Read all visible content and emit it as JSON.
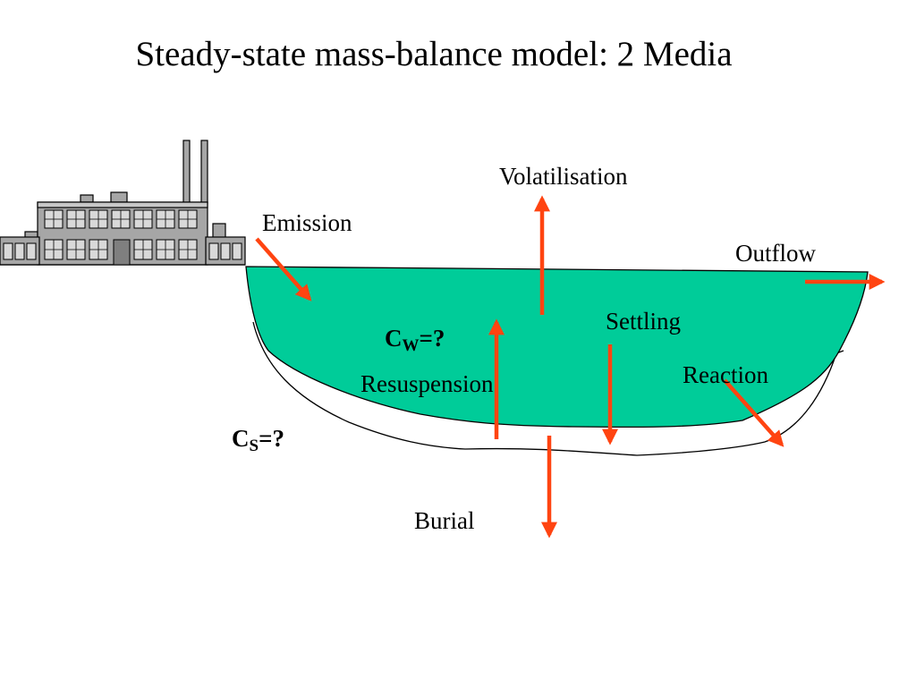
{
  "title": "Steady-state mass-balance model: 2 Media",
  "labels": {
    "volatilisation": "Volatilisation",
    "emission": "Emission",
    "outflow": "Outflow",
    "settling": "Settling",
    "resuspension": "Resuspension",
    "reaction": "Reaction",
    "burial": "Burial"
  },
  "variables": {
    "water": {
      "symbol": "C",
      "subscript": "W",
      "suffix": "=?"
    },
    "sediment": {
      "symbol": "C",
      "subscript": "S",
      "suffix": "=?"
    }
  },
  "colors": {
    "water": "#00cc99",
    "arrow": "#ff4411",
    "factory": "#a6a6a6"
  },
  "icons": [
    "factory-icon"
  ]
}
